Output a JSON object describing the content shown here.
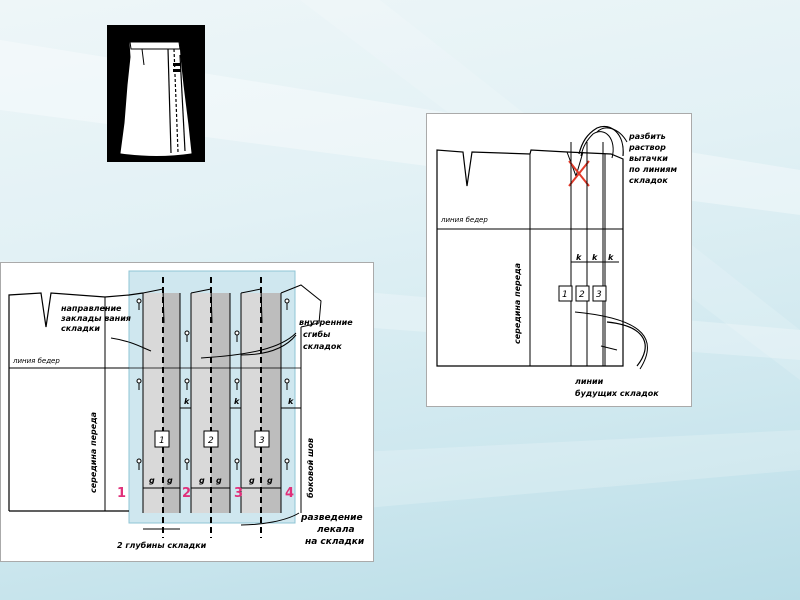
{
  "right": {
    "note_lines": [
      "разбить",
      "раствор",
      "вытачки",
      "по линиям",
      "складок"
    ],
    "hip_line": "линия бедер",
    "front_center": "середина переда",
    "k": "k",
    "pleat_numbers": [
      "1",
      "2",
      "3"
    ],
    "future_lines": [
      "линии",
      "будущих складок"
    ]
  },
  "left": {
    "direction_lines": [
      "направление",
      "заклады вания",
      "складки"
    ],
    "inner_lines": [
      "внутренние",
      "сгибы",
      "складок"
    ],
    "hip_line": "линия бедер",
    "front_center": "середина переда",
    "side_seam": "боковой шов",
    "k": "k",
    "g": "g",
    "pleat_numbers": [
      "1",
      "2",
      "3"
    ],
    "pink_numbers": [
      "1",
      "2",
      "3",
      "4"
    ],
    "spread_lines": [
      "разведение",
      "лекала",
      "на складки"
    ],
    "depth_label": "2 глубины складки"
  },
  "colors": {
    "pink": "#e0307a",
    "cross": "#e03a2a",
    "blue_panel": "#cfe7ef",
    "gray": "#bdbdbd"
  }
}
